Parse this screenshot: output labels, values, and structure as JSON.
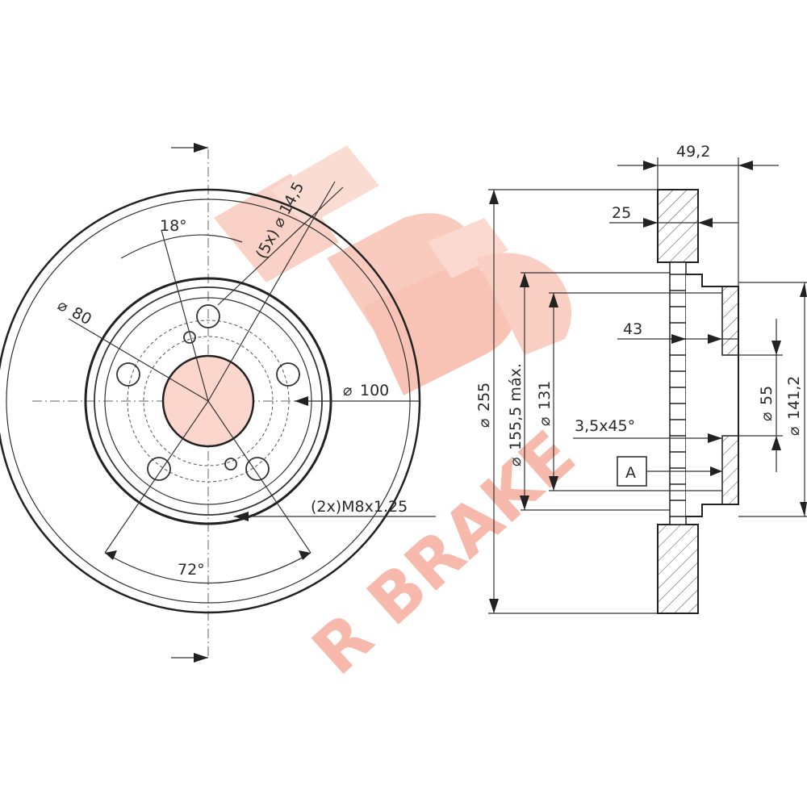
{
  "brand": {
    "watermark_text": "R BRAKE",
    "watermark_color": "#f7b2a2"
  },
  "front_view": {
    "labels": {
      "angle_holes": "18°",
      "bolt_holes": "(5x)",
      "bolt_hole_diameter": "14,5",
      "center_diameter": "80",
      "pcd_diameter": "100",
      "threads": "(2x)M8x1.25",
      "angle_spacing": "72°"
    }
  },
  "side_view": {
    "labels": {
      "total_height": "49,2",
      "disc_thickness": "25",
      "outer_diameter": "255",
      "max_braking_diameter": "155,5 máx.",
      "hub_diameter": "131",
      "inner_height": "43",
      "chamfer": "3,5x45°",
      "datum": "A",
      "bore_diameter": "55",
      "hub_outer_diameter": "141,2"
    }
  }
}
